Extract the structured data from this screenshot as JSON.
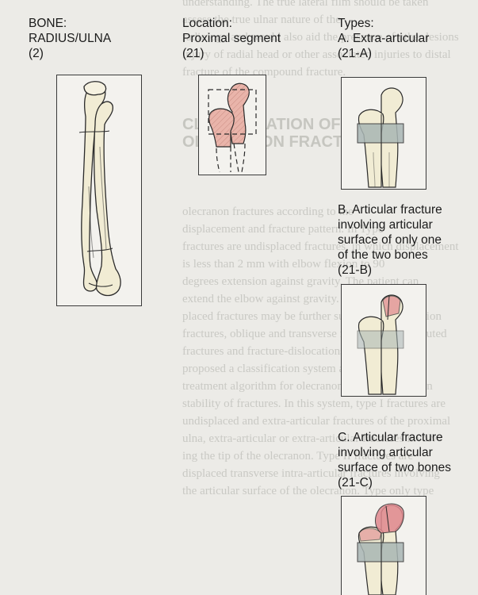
{
  "headers": {
    "bone": [
      "BONE:",
      "RADIUS/ULNA",
      "(2)"
    ],
    "location": [
      "Location:",
      "Proximal segment",
      "(21)"
    ],
    "types": [
      "Types:",
      "A. Extra-articular",
      "(21-A)"
    ]
  },
  "type_b": [
    "B. Articular fracture",
    "involving articular",
    "surface of only one",
    "of the two bones",
    "(21-B)"
  ],
  "type_c": [
    "C. Articular fracture",
    "involving articular",
    "surface of two bones",
    "(21-C)"
  ],
  "colors": {
    "bone_fill": "#f1ecd4",
    "proximal_segment": "#e9b4aa",
    "extra_articular_zone": "#a9b6b4",
    "articular_fracture": "#e0888e"
  }
}
